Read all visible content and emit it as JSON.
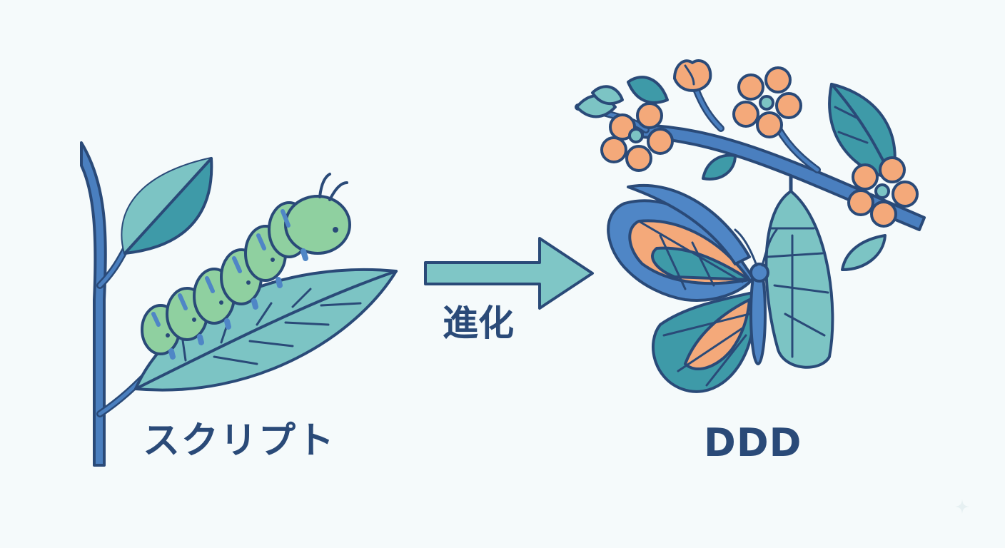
{
  "labels": {
    "before": "スクリプト",
    "transition": "進化",
    "after": "DDD"
  },
  "colors": {
    "background": "#f5fafb",
    "outline": "#2a4a78",
    "stem_blue": "#4a7fbf",
    "leaf_teal": "#7cc4c4",
    "leaf_dark": "#3e9aa8",
    "caterpillar_green": "#8fd0a0",
    "wing_orange": "#f4a97a",
    "wing_blue": "#4f86c6",
    "arrow": "#7fc6c6"
  },
  "icons": {
    "left": "caterpillar-on-leaf",
    "middle": "right-arrow",
    "right": "butterfly-with-chrysalis-on-flowering-branch"
  }
}
